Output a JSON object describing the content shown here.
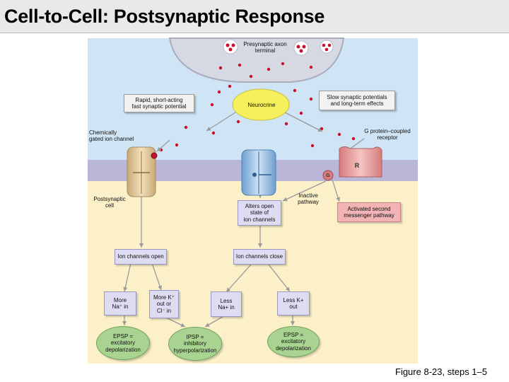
{
  "header": {
    "title": "Cell-to-Cell: Postsynaptic Response"
  },
  "figure_caption": "Figure 8-23, steps 1–5",
  "diagram": {
    "presynaptic_terminal": "Presynaptic axon\nterminal",
    "neurocrine": "Neurocrine",
    "rapid_fast": "Rapid, short-acting\nfast synaptic potential",
    "slow_potentials": "Slow synaptic potentials\nand long-term effects",
    "chemically_gated": "Chemically\ngated ion channel",
    "g_protein_receptor": "G protein–coupled\nreceptor",
    "receptor_letter": "R",
    "g_letter": "G",
    "postsynaptic_cell": "Postsynaptic\ncell",
    "inactive_pathway": "Inactive\npathway",
    "alters_open_state": "Alters open\nstate of\nion channels",
    "activated_second_messenger": "Activated second\nmessenger pathway",
    "ion_channels_open": "Ion channels open",
    "ion_channels_close": "Ion channels close",
    "more_na_in": "More\nNa⁺ in",
    "more_k_out": "More K⁺\nout or\nCl⁻ in",
    "less_na_in": "Less\nNa+ in",
    "less_k_out": "Less K+\nout",
    "epsp_1": "EPSP =\nexcitatory\ndepolarization",
    "ipsp": "IPSP =\ninhibitory\nhyperpolarization",
    "epsp_2": "EPSP =\nexcitatory\ndepolarization"
  },
  "colors": {
    "background_extracellular": "#cfe4f4",
    "membrane": "#b9b6d8",
    "cytoplasm": "#fbf0c8",
    "neurocrine_dot": "#c8102e",
    "channel_tan": "#e6cfa3",
    "channel_blue": "#9cc3e8",
    "receptor_pink": "#ea9c9c"
  }
}
